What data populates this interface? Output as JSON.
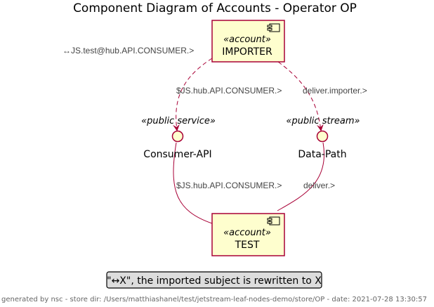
{
  "title": "Component Diagram of Accounts - Operator OP",
  "components": {
    "importer": {
      "stereotype": "«account»",
      "name": "IMPORTER"
    },
    "test": {
      "stereotype": "«account»",
      "name": "TEST"
    }
  },
  "interfaces": {
    "consumer_api": {
      "stereotype": "«public service»",
      "name": "Consumer-API"
    },
    "data_path": {
      "stereotype": "«public stream»",
      "name": "Data-Path"
    }
  },
  "edge_labels": {
    "importer_note": "↔JS.test@hub.API.CONSUMER.>",
    "importer_to_consumer": "$JS.hub.API.CONSUMER.>",
    "importer_to_datapath": "deliver.importer.>",
    "test_to_consumer": "$JS.hub.API.CONSUMER.>",
    "test_to_datapath": "deliver.>"
  },
  "legend": "\"↔X\", the imported subject is rewritten to X",
  "footer": "generated by nsc - store dir: /Users/matthiashanel/test/jetstream-leaf-nodes-demo/store/OP - date: 2021-07-28 13:30:57",
  "colors": {
    "component_fill": "#FEFECE",
    "component_stroke": "#A80036",
    "legend_fill": "#DDDDDD",
    "edge": "#A80036"
  }
}
